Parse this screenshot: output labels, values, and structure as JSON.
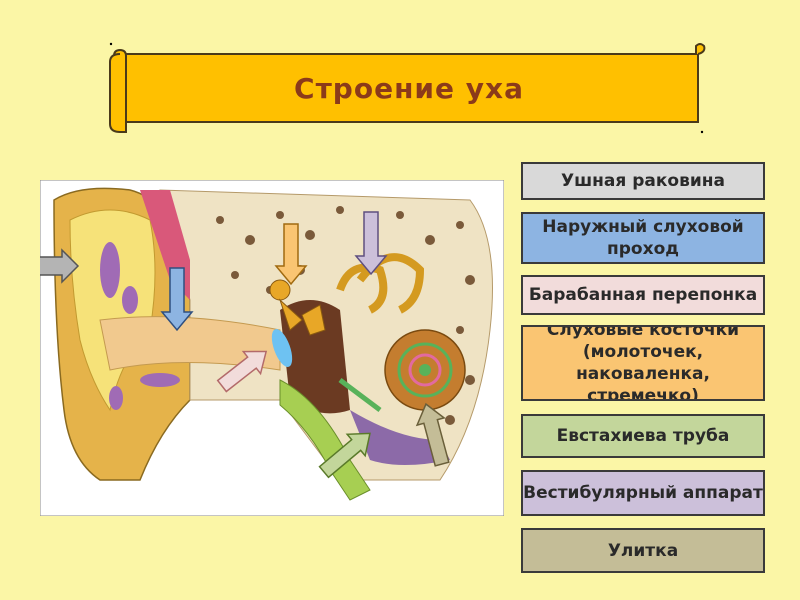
{
  "title": "Строение  уха",
  "labels": [
    {
      "text": "Ушная раковина",
      "color": "#D9D9D9"
    },
    {
      "text": "Наружный слуховой проход",
      "color": "#8DB4E2"
    },
    {
      "text": "Барабанная перепонка",
      "color": "#F2DCDB"
    },
    {
      "text": "Слуховые косточки (молоточек, наковаленка, стремечко)",
      "color": "#FAC572"
    },
    {
      "text": "Евстахиева труба",
      "color": "#C3D69B"
    },
    {
      "text": "Вестибулярный аппарат",
      "color": "#CCC0DA"
    },
    {
      "text": "Улитка",
      "color": "#C4BD97"
    }
  ],
  "arrows": [
    {
      "name": "gray-arrow",
      "color": "#B4B4B4"
    },
    {
      "name": "blue-arrow",
      "color": "#8DB4E2"
    },
    {
      "name": "orange-arrow",
      "color": "#FAC572"
    },
    {
      "name": "purple-arrow",
      "color": "#CCC0DA"
    },
    {
      "name": "pink-arrow",
      "color": "#F2DCDB"
    },
    {
      "name": "green-arrow",
      "color": "#C3D69B"
    },
    {
      "name": "khaki-arrow",
      "color": "#C4BD97"
    }
  ]
}
